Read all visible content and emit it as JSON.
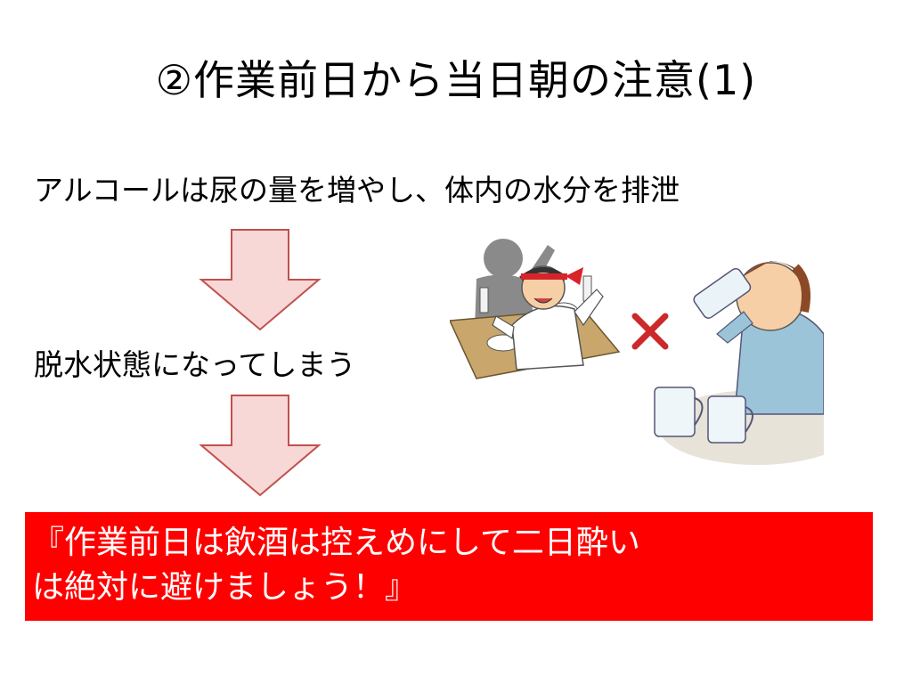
{
  "slide": {
    "title": "②作業前日から当日朝の注意(1)",
    "line1": "アルコールは尿の量を増やし、体内の水分を排泄",
    "line2": "脱水状態になってしまう",
    "callout_line1": "『作業前日は飲酒は控えめにして二日酔い",
    "callout_line2": "は絶対に避けましょう！』"
  },
  "colors": {
    "arrow_fill": "#f8d7d7",
    "arrow_stroke": "#c0504d",
    "callout_bg": "#ff0000",
    "cross": "#cc2a2a"
  },
  "icons": {
    "party": "party-drinking-icon",
    "cross": "cross-mark-icon",
    "water": "man-drinking-water-icon"
  }
}
